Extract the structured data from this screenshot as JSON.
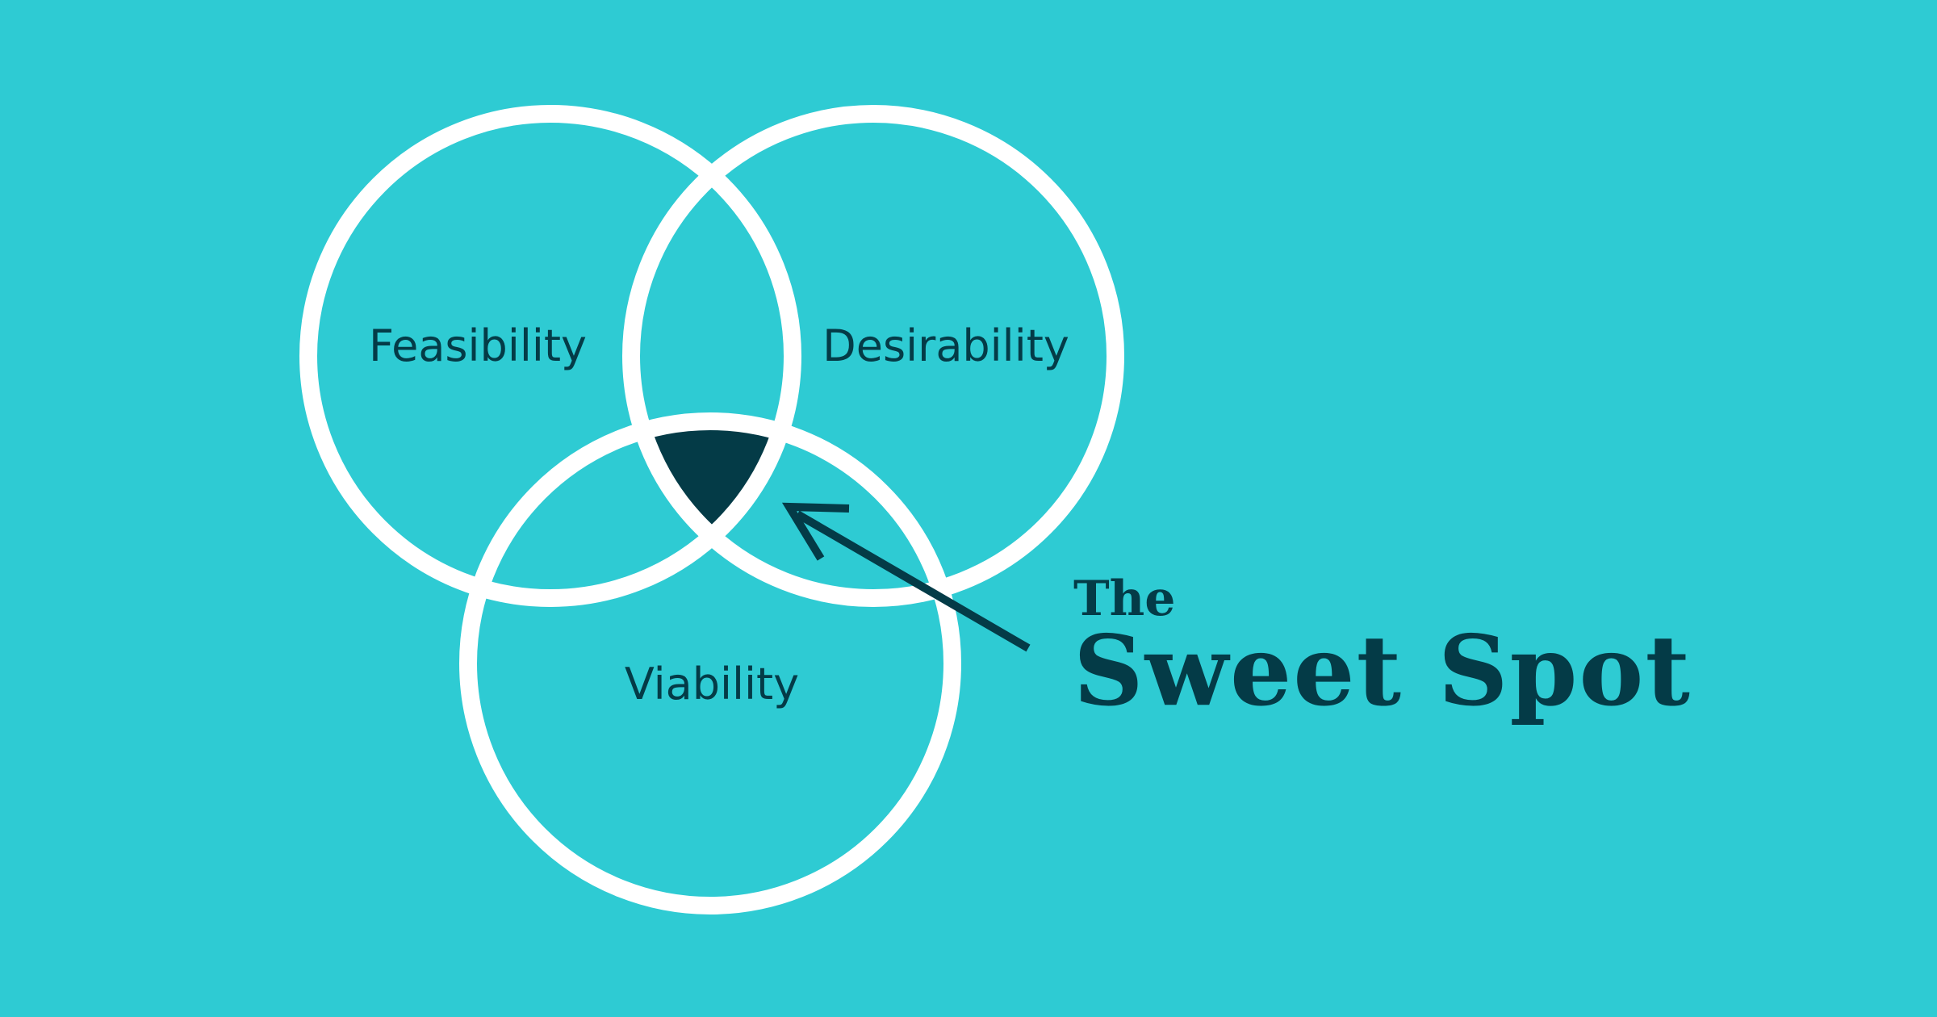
{
  "colors": {
    "background": "#2ecbd3",
    "ring": "#ffffff",
    "accent": "#043b47"
  },
  "venn": {
    "circles": [
      {
        "label": "Feasibility"
      },
      {
        "label": "Desirability"
      },
      {
        "label": "Viability"
      }
    ]
  },
  "callout": {
    "title_small": "The",
    "title_large": "Sweet Spot"
  }
}
